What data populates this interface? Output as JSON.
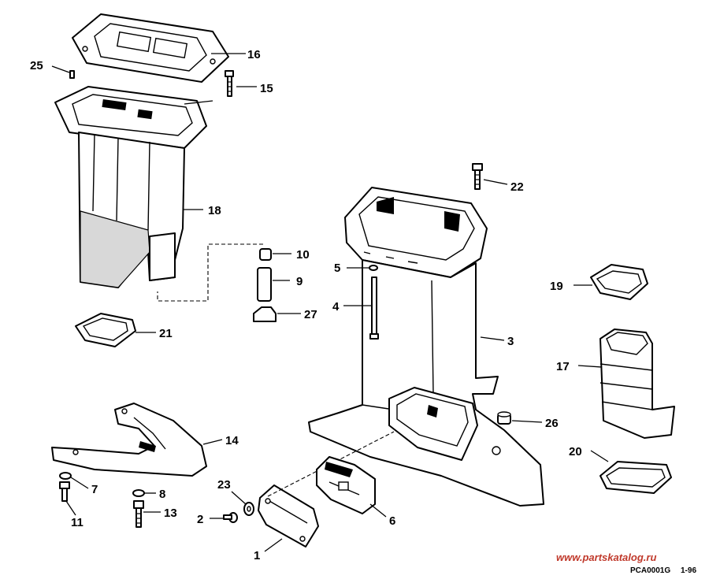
{
  "callouts": [
    "1",
    "2",
    "3",
    "4",
    "5",
    "6",
    "7",
    "8",
    "9",
    "10",
    "11",
    "13",
    "14",
    "15",
    "16",
    "17",
    "18",
    "19",
    "20",
    "21",
    "22",
    "23",
    "25",
    "26",
    "27"
  ],
  "footer": {
    "watermark": "www.partskatalog.ru",
    "figure_code": "PCA0001G",
    "figure_date": "1-96"
  },
  "colors": {
    "line": "#000000",
    "watermark": "#c0392b",
    "background": "#ffffff"
  }
}
